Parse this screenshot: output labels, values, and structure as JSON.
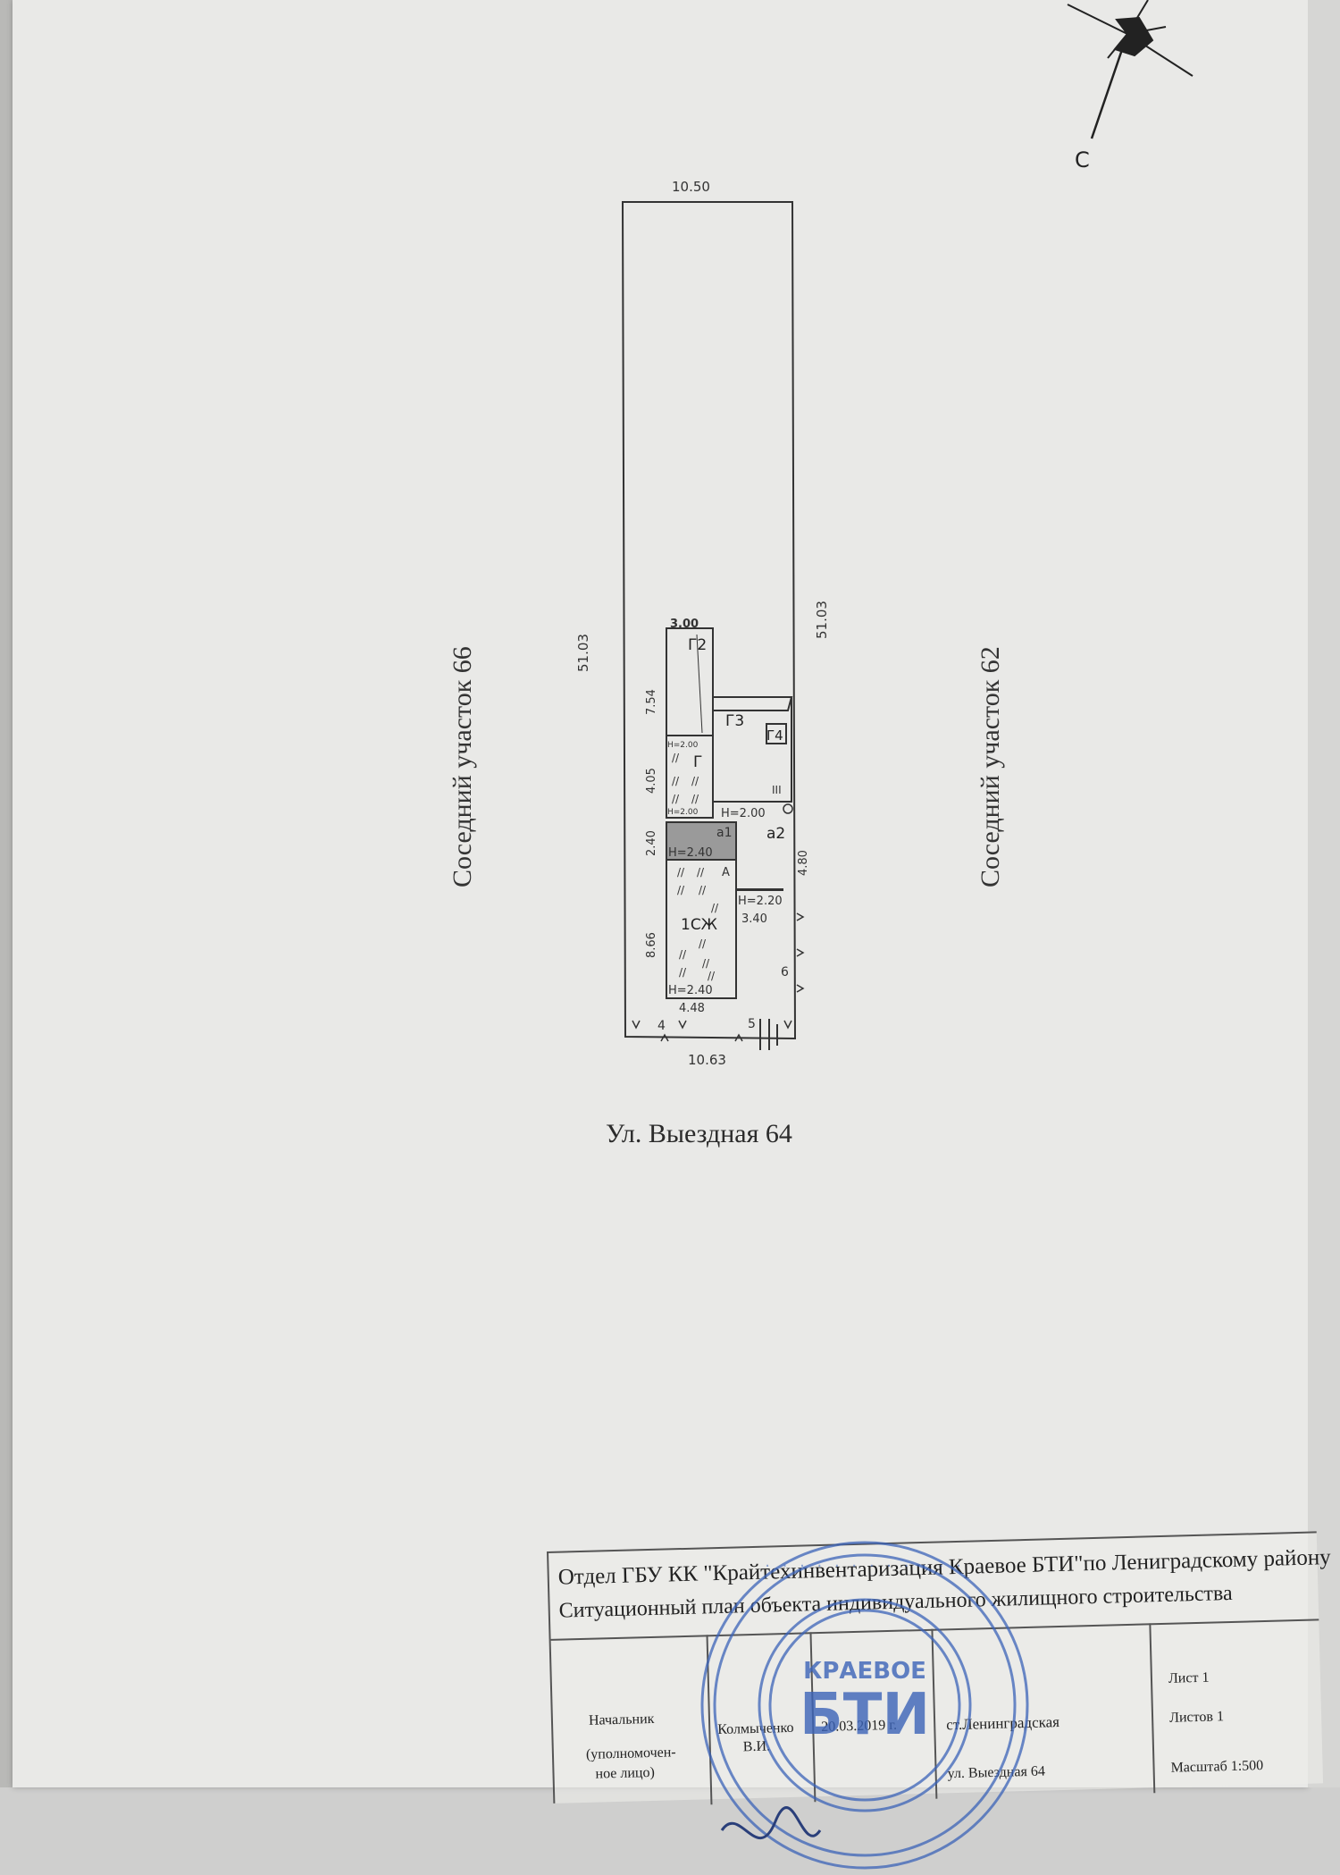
{
  "compass": {
    "north_letter": "С"
  },
  "plot": {
    "top_width": "10.50",
    "bottom_width": "10.63",
    "left_length": "51.03",
    "right_length": "51.03",
    "bottom_seg_left": "4",
    "bottom_seg_right": "5",
    "right_mark": "6"
  },
  "buildings": {
    "g2": {
      "label": "Г2",
      "width": "3.00",
      "length": "7.54"
    },
    "g": {
      "label": "Г",
      "h_top": "H=2.00",
      "h_bottom": "H=2.00",
      "length": "4.05"
    },
    "g3": {
      "label": "Г3"
    },
    "g4": {
      "label": "Г4"
    },
    "h_mid": "H=2.00",
    "a1": {
      "label": "a1",
      "length": "2.40",
      "height": "H=2.40"
    },
    "a2": {
      "label": "a2"
    },
    "a": {
      "label": "А",
      "height": "H=2.20",
      "width": "3.40"
    },
    "main": {
      "label": "1СЖ",
      "length": "8.66",
      "height": "H=2.40",
      "width": "4.48"
    },
    "right_length": "4.80",
    "roman": "III"
  },
  "neighbors": {
    "left": "Соседний участок  66",
    "right": "Соседний участок 62"
  },
  "street": "Ул. Выездная 64",
  "title_block": {
    "org": "Отдел ГБУ КК \"Крайтехинвентаризация Краевое БТИ\"по Лениградскому району",
    "subject": "Ситуационный план объекта индивидуального жилищного строительства",
    "role_line1": "Начальник",
    "role_line2": "(уполномочен-",
    "role_line3": "ное лицо)",
    "name": "Колмыченко",
    "initials": "В.И.",
    "date": "20.03.2019 г.",
    "place": "ст.Ленинградская",
    "address": "ул. Выездная 64",
    "sheet": "Лист  1",
    "sheets": "Листов  1",
    "scale": "Масштаб 1:500"
  },
  "stamp": {
    "brand_top": "КРАЕВОЕ",
    "brand": "БТИ"
  },
  "colors": {
    "paper": "#e9e9e7",
    "stamp": "#3b63b8",
    "ink": "#333333"
  }
}
